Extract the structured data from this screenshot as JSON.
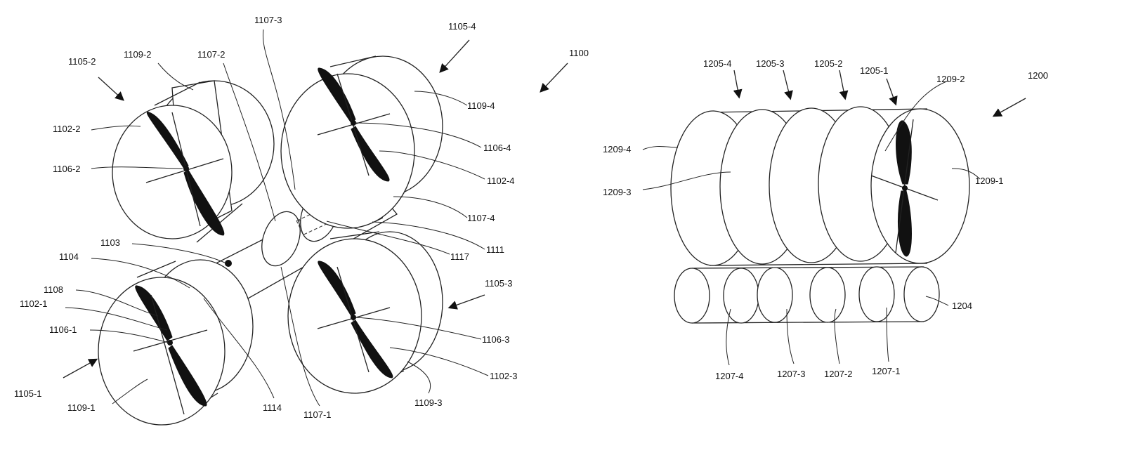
{
  "figure_left": {
    "reference": "1100",
    "labels": {
      "l1107_3": "1107-3",
      "l1105_4": "1105-4",
      "l1100": "1100",
      "l1105_2": "1105-2",
      "l1109_2": "1109-2",
      "l1107_2": "1107-2",
      "l1109_4": "1109-4",
      "l1102_2": "1102-2",
      "l1106_4": "1106-4",
      "l1106_2": "1106-2",
      "l1102_4": "1102-4",
      "l1107_4": "1107-4",
      "l1103": "1103",
      "l1111": "1111",
      "l1117": "1117",
      "l1104": "1104",
      "l1105_3": "1105-3",
      "l1108": "1108",
      "l1102_1": "1102-1",
      "l1106_1": "1106-1",
      "l1106_3": "1106-3",
      "l1102_3": "1102-3",
      "l1105_1": "1105-1",
      "l1109_1": "1109-1",
      "l1114": "1114",
      "l1107_1": "1107-1",
      "l1109_3": "1109-3"
    }
  },
  "figure_right": {
    "reference": "1200",
    "labels": {
      "l1205_4": "1205-4",
      "l1205_3": "1205-3",
      "l1205_2": "1205-2",
      "l1205_1": "1205-1",
      "l1209_2": "1209-2",
      "l1200": "1200",
      "l1209_4": "1209-4",
      "l1209_3": "1209-3",
      "l1209_1": "1209-1",
      "l1204": "1204",
      "l1207_4": "1207-4",
      "l1207_3": "1207-3",
      "l1207_2": "1207-2",
      "l1207_1": "1207-1"
    }
  }
}
